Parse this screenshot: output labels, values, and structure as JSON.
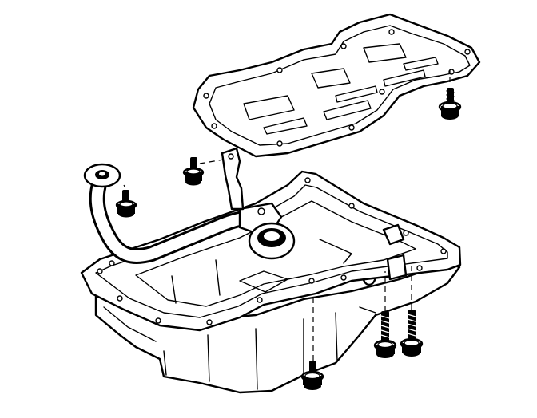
{
  "diagram": {
    "parts": [
      "oil-pan-baffle",
      "oil-pump-pickup-tube",
      "pickup-tube-brace",
      "oil-pan",
      "baffle-bolt",
      "pickup-brace-bolt",
      "pickup-tube-bolt",
      "oil-pan-bolt"
    ],
    "colors": {
      "line": "#000000",
      "background": "#ffffff"
    }
  }
}
